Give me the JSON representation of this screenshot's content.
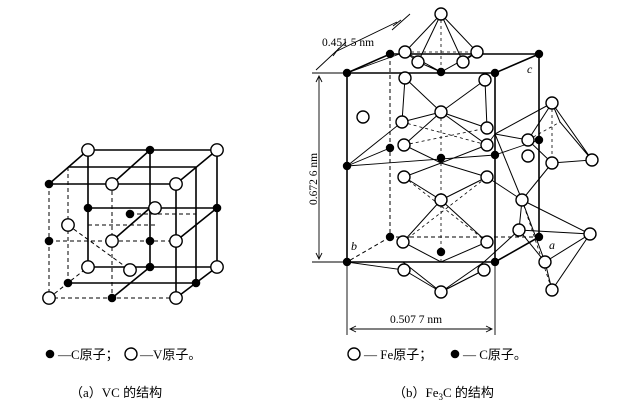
{
  "panel_a": {
    "legend": {
      "c_atom": "—C原子；",
      "v_atom": "—V原子。"
    },
    "caption": "（a）VC 的结构"
  },
  "panel_b": {
    "dimensions": {
      "a": "0.451 5 nm",
      "c_len": "0.672 6 nm",
      "b": "0.507 7 nm"
    },
    "axis_labels": {
      "c": "c",
      "b": "b",
      "a": "a"
    },
    "legend": {
      "fe_atom": "— Fe原子；",
      "c_atom": "— C原子。"
    },
    "caption_prefix": "（b）Fe",
    "caption_sub": "3",
    "caption_suffix": "C 的结构"
  }
}
